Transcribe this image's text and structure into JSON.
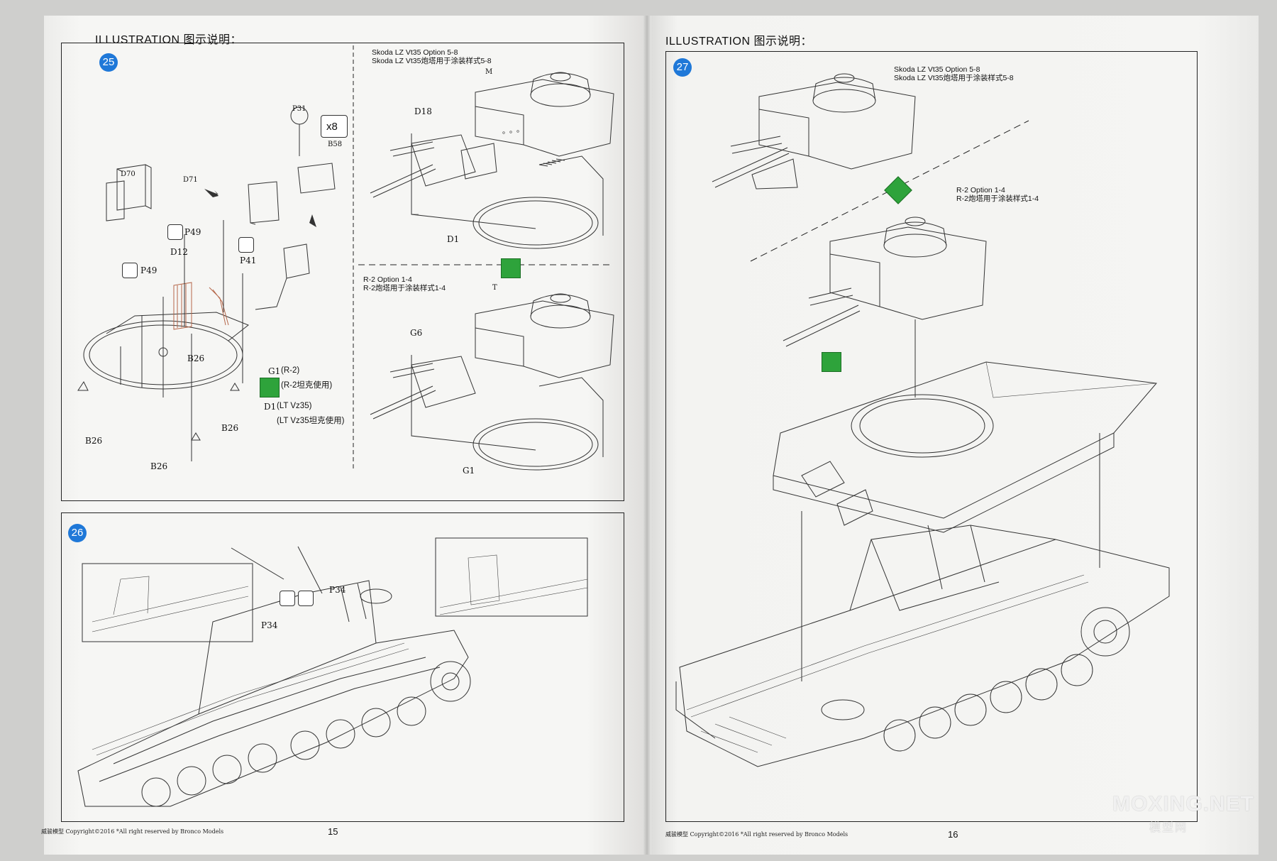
{
  "left_page": {
    "header": "ILLUSTRATION 图示说明：",
    "step25": {
      "number": "25",
      "caption_top": [
        "Skoda LZ Vt35 Option 5-8",
        "Skoda LZ Vt35炮塔用于涂装样式5-8"
      ],
      "caption_mid": [
        "R-2 Option 1-4",
        "R-2炮塔用于涂装样式1-4"
      ],
      "part_labels": {
        "p31": "P31",
        "x8": "x8",
        "b58": "B58",
        "d70": "D70",
        "d71": "D71",
        "p49a": "P49",
        "p49b": "P49",
        "d12": "D12",
        "p41": "P41",
        "b26": "B26",
        "g1": "G1",
        "g1_note": "(R-2)",
        "g1_note_cn": "(R-2坦克使用)",
        "d1": "D1",
        "d1_note": "(LT Vz35)",
        "d1_note_cn": "(LT Vz35坦克使用)",
        "m": "M",
        "d18": "D18",
        "t": "T",
        "g6": "G6"
      }
    },
    "step26": {
      "number": "26",
      "part_labels": {
        "p34a": "P34",
        "p34b": "P34"
      }
    },
    "footer": "威骏模型  Copyright©2016  *All right reserved by Bronco Models",
    "page_number": "15"
  },
  "right_page": {
    "header": "ILLUSTRATION 图示说明：",
    "step27": {
      "number": "27",
      "caption_top": [
        "Skoda LZ Vt35 Option 5-8",
        "Skoda LZ Vt35炮塔用于涂装样式5-8"
      ],
      "caption_mid": [
        "R-2 Option 1-4",
        "R-2炮塔用于涂装样式1-4"
      ]
    },
    "footer": "威骏模型  Copyright©2016  *All right reserved by Bronco Models",
    "page_number": "16"
  },
  "watermark": {
    "main": "MOXING.NET",
    "sub": "模型网"
  },
  "colors": {
    "step_badge": "#1f78d8",
    "option_icon": "#2ea33b",
    "paper": "#f4f4f2"
  }
}
